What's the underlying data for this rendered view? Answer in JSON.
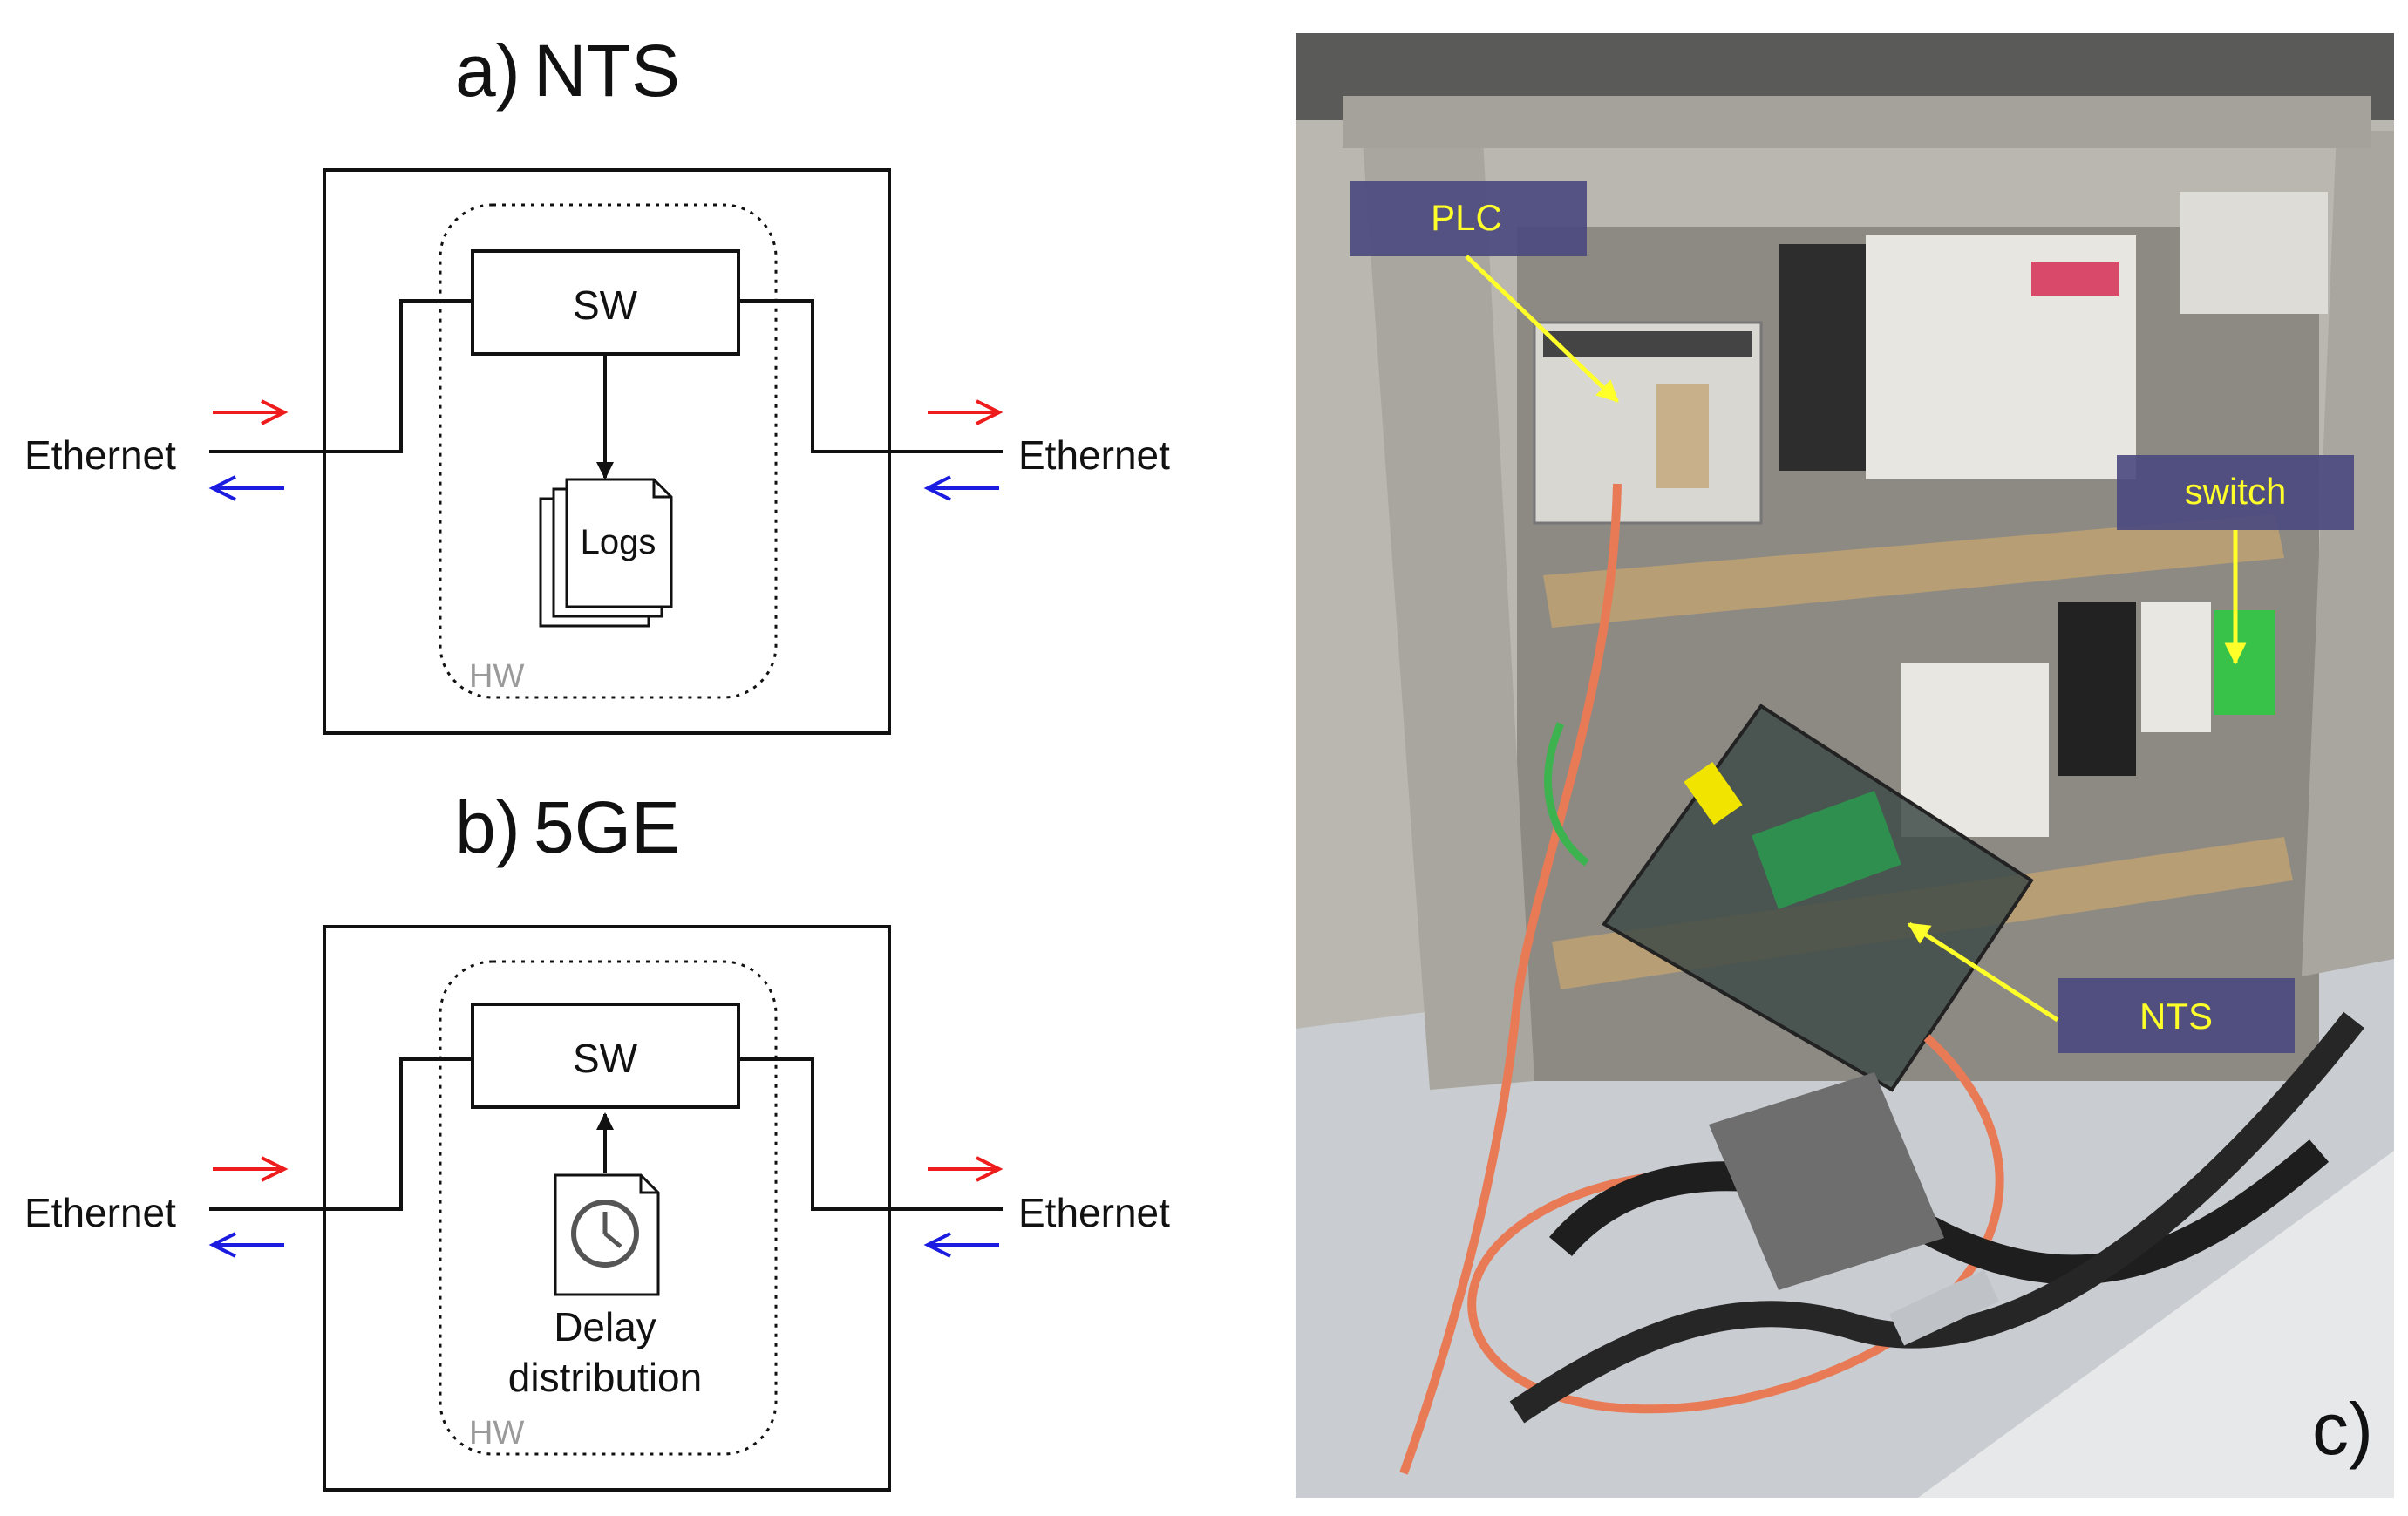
{
  "panel_a": {
    "title_letter": "a)",
    "title_name": "NTS",
    "sw_label": "SW",
    "logs_label": "Logs",
    "hw_label": "HW",
    "left_port": "Ethernet",
    "right_port": "Ethernet"
  },
  "panel_b": {
    "title_letter": "b)",
    "title_name": "5GE",
    "sw_label": "SW",
    "delay_line1": "Delay",
    "delay_line2": "distribution",
    "hw_label": "HW",
    "left_port": "Ethernet",
    "right_port": "Ethernet"
  },
  "panel_c": {
    "label": "c)",
    "callouts": [
      "PLC",
      "switch",
      "NTS"
    ]
  },
  "colors": {
    "arrow_in": "#ee1c1c",
    "arrow_out": "#1c1ce0",
    "callout_bg": "#4a4880",
    "callout_text": "#ffff2a"
  }
}
